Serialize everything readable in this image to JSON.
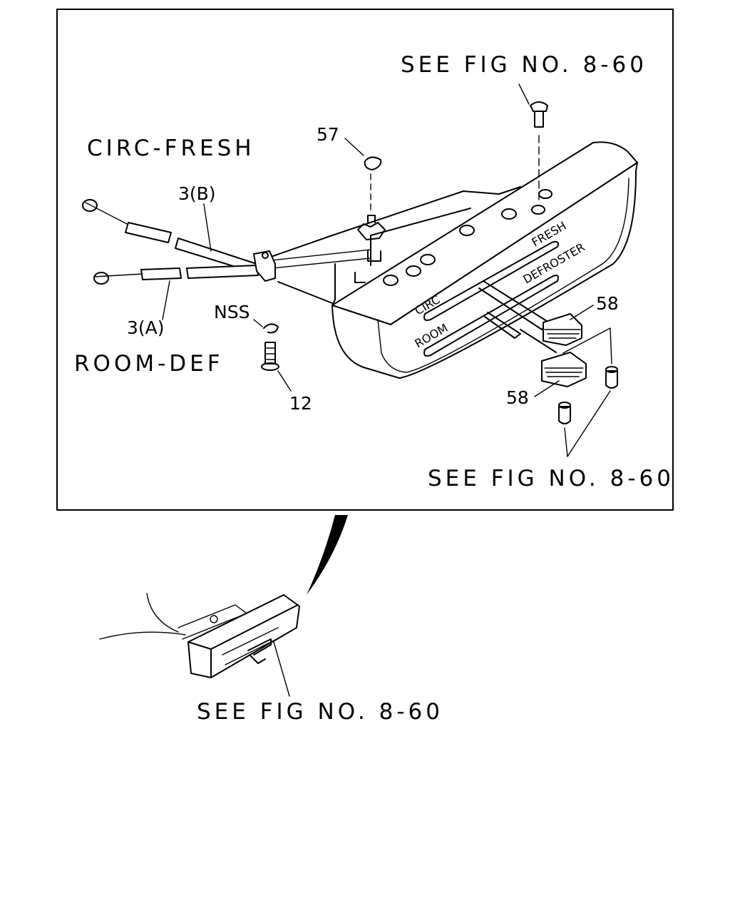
{
  "diagram": {
    "ref_top": "SEE FIG NO. 8-60",
    "ref_bottom_right": "SEE FIG NO. 8-60",
    "ref_lower": "SEE FIG NO. 8-60",
    "circ_fresh": "CIRC-FRESH",
    "room_def": "ROOM-DEF",
    "callouts": {
      "p57": "57",
      "p3b": "3(B)",
      "p3a": "3(A)",
      "nss": "NSS",
      "p12": "12",
      "p58_upper": "58",
      "p58_lower": "58"
    },
    "panel_text": {
      "fresh": "FRESH",
      "defroster": "DEFROSTER",
      "circ": "CIRC",
      "room": "ROOM"
    }
  }
}
